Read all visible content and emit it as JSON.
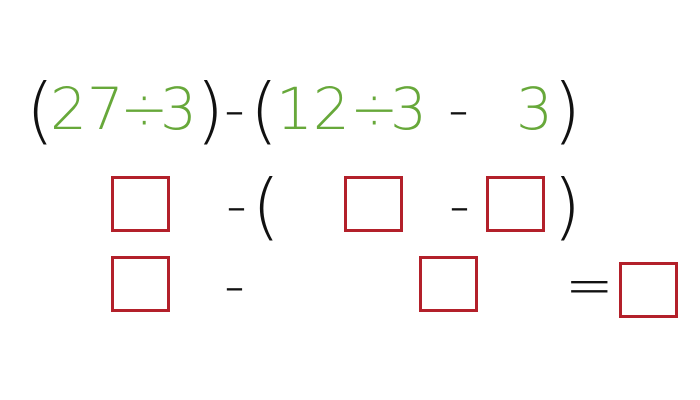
{
  "colors": {
    "number": "#67a83a",
    "operator": "#111111",
    "answer_box": "#b3202a"
  },
  "row1": {
    "open_paren_1": "(",
    "num_27": "27",
    "div_1": "÷",
    "num_3a": "3",
    "close_paren_1": ")",
    "minus_1": "-",
    "open_paren_2": "(",
    "num_12": "12",
    "div_2": "÷",
    "num_3b": "3",
    "minus_2": "-",
    "num_3c": "3",
    "close_paren_2": ")"
  },
  "row2": {
    "minus_1": "-",
    "open_paren": "(",
    "minus_2": "-",
    "close_paren": ")"
  },
  "row3": {
    "minus": "-",
    "equals": "="
  },
  "boxes": {
    "row2": [
      {
        "value": ""
      },
      {
        "value": ""
      },
      {
        "value": ""
      }
    ],
    "row3": [
      {
        "value": ""
      },
      {
        "value": ""
      },
      {
        "value": ""
      }
    ]
  }
}
